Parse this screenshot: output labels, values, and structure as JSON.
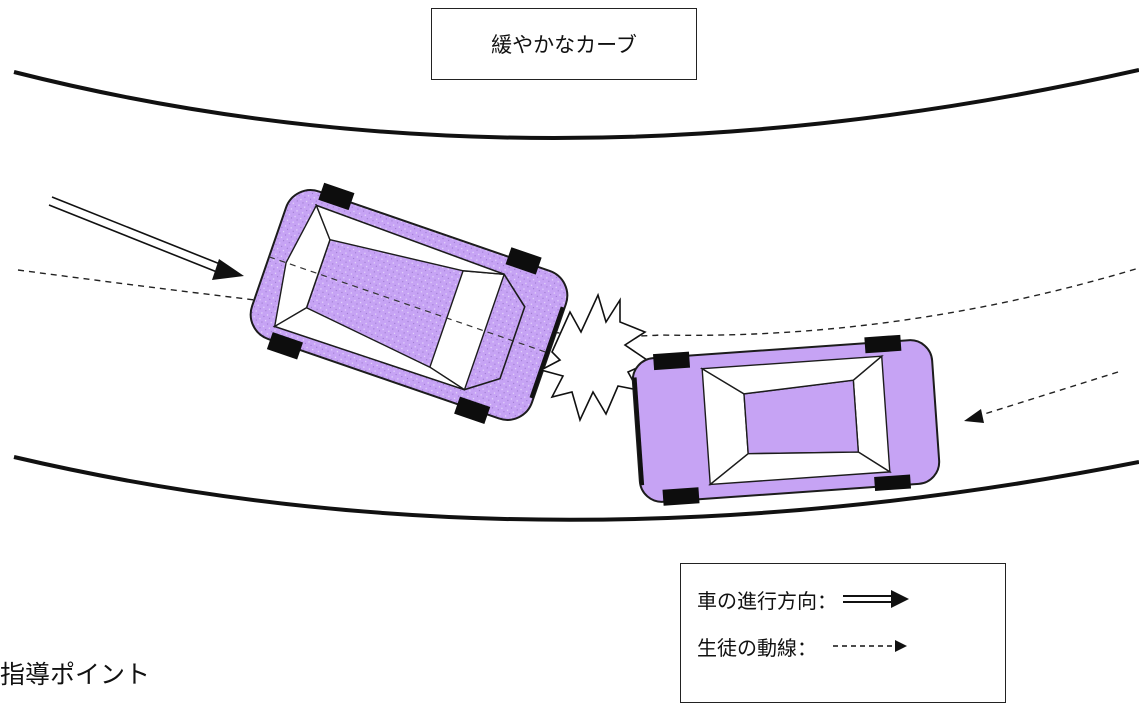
{
  "title": "緩やかなカーブ",
  "legend": {
    "car_direction_label": "車の進行方向：",
    "student_path_label": "生徒の動線："
  },
  "section_heading": "指導ポイント",
  "colors": {
    "car_fill": "#c6a3f4",
    "car_outline": "#1c1c1c",
    "tire": "#0d0d0d",
    "window": "#ffffff",
    "road_edge": "#111111"
  }
}
